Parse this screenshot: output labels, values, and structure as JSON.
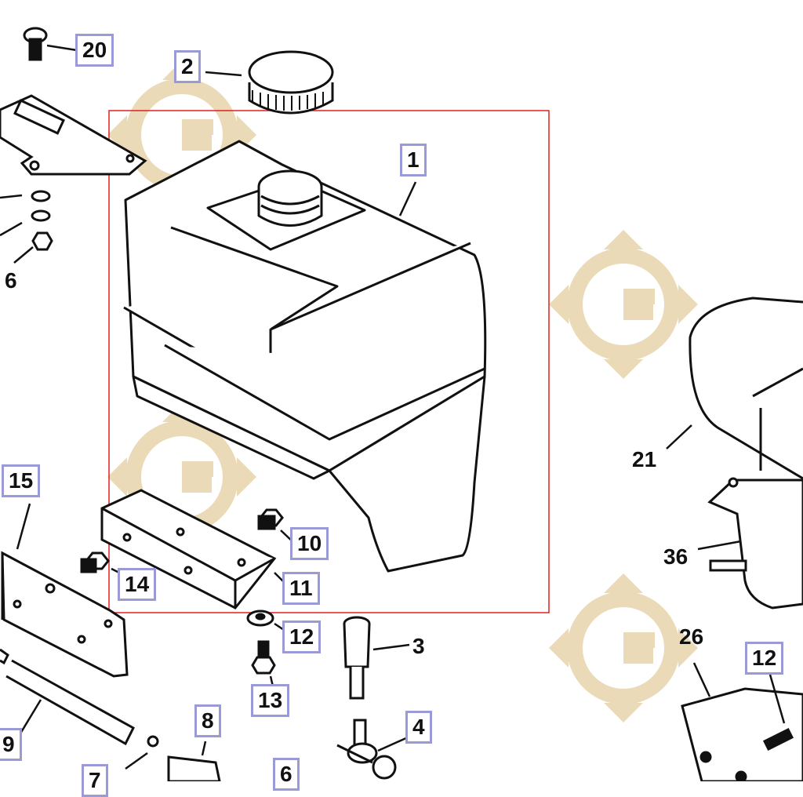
{
  "diagram": {
    "colors": {
      "line": "#111111",
      "fill": "#ffffff",
      "selection": "#e02020",
      "callout_box": "#9a9ad6",
      "watermark": "#e9d9b4"
    },
    "watermark_icon": "g-compass-logo",
    "callouts": [
      {
        "id": "c20",
        "label": "20",
        "boxed": true
      },
      {
        "id": "c2",
        "label": "2",
        "boxed": true
      },
      {
        "id": "c1",
        "label": "1",
        "boxed": true
      },
      {
        "id": "c6a",
        "label": "6",
        "boxed": false
      },
      {
        "id": "c15",
        "label": "15",
        "boxed": true
      },
      {
        "id": "c10",
        "label": "10",
        "boxed": true
      },
      {
        "id": "c14",
        "label": "14",
        "boxed": true
      },
      {
        "id": "c11",
        "label": "11",
        "boxed": true
      },
      {
        "id": "c12a",
        "label": "12",
        "boxed": true
      },
      {
        "id": "c3",
        "label": "3",
        "boxed": false
      },
      {
        "id": "c13",
        "label": "13",
        "boxed": true
      },
      {
        "id": "c4",
        "label": "4",
        "boxed": true
      },
      {
        "id": "c8",
        "label": "8",
        "boxed": true
      },
      {
        "id": "c9",
        "label": "9",
        "boxed": true
      },
      {
        "id": "c7",
        "label": "7",
        "boxed": true
      },
      {
        "id": "c6b",
        "label": "6",
        "boxed": true
      },
      {
        "id": "c21",
        "label": "21",
        "boxed": false
      },
      {
        "id": "c36",
        "label": "36",
        "boxed": false
      },
      {
        "id": "c26",
        "label": "26",
        "boxed": false
      },
      {
        "id": "c12b",
        "label": "12",
        "boxed": true
      }
    ]
  }
}
